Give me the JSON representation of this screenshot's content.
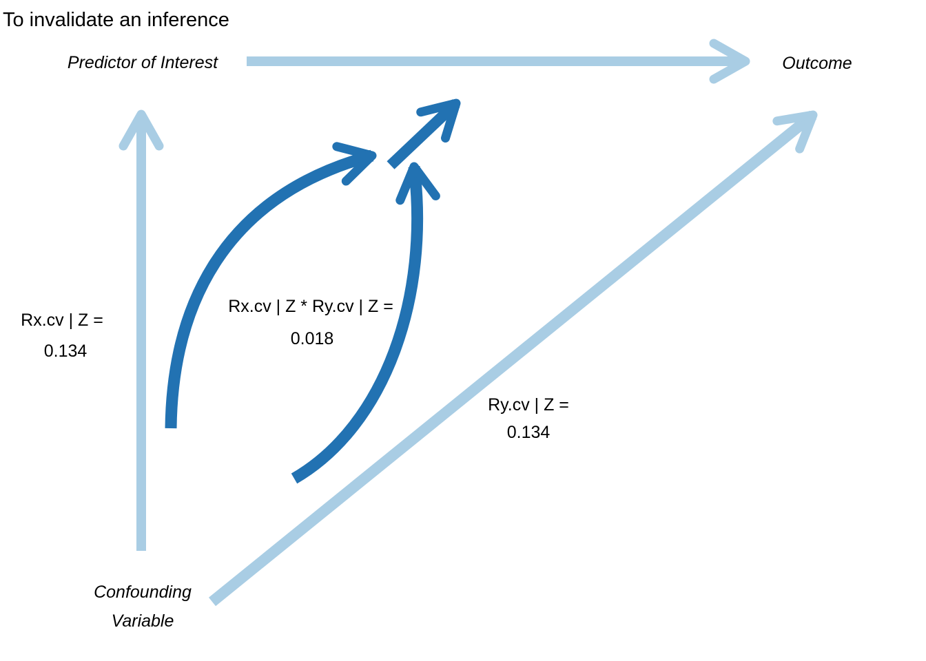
{
  "title": "To invalidate an inference",
  "nodes": {
    "predictor": {
      "label": "Predictor of Interest"
    },
    "outcome": {
      "label": "Outcome"
    },
    "confounder": {
      "line1": "Confounding",
      "line2": "Variable"
    }
  },
  "edges": {
    "predictor_confounder": {
      "label_line1": "Rx.cv | Z =",
      "value": "0.134"
    },
    "product": {
      "label_line1": "Rx.cv | Z * Ry.cv | Z =",
      "value": "0.018"
    },
    "outcome_confounder": {
      "label_line1": "Ry.cv | Z =",
      "value": "0.134"
    }
  },
  "colors": {
    "light_blue": "#A9CDE4",
    "dark_blue": "#2272B2",
    "text": "#000000",
    "background": "#FFFFFF"
  }
}
